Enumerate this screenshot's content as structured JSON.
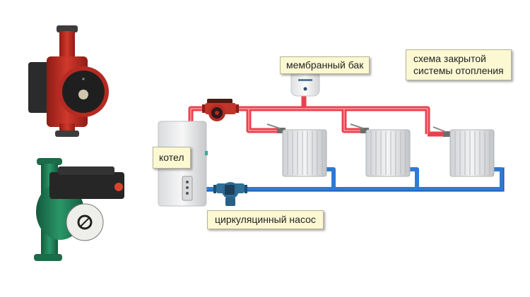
{
  "labels": {
    "scheme_title_line1": "схема закрытой",
    "scheme_title_line2": "системы отопления",
    "membrane_tank": "мембранный бак",
    "boiler": "котел",
    "circulation_pump": "циркуляцинный насос"
  },
  "components": {
    "radiators": [
      "radiator-1",
      "radiator-2",
      "radiator-3"
    ],
    "pump_photos": [
      "red-circulation-pump-photo",
      "green-circulation-pump-photo"
    ]
  },
  "colors": {
    "supply_pipe": "#e8424f",
    "return_pipe": "#2f78d6",
    "label_bg": "#fbf8d2",
    "red_pump": "#b82a22",
    "green_pump": "#1f7a55",
    "blue_pump": "#2f6f9a"
  }
}
